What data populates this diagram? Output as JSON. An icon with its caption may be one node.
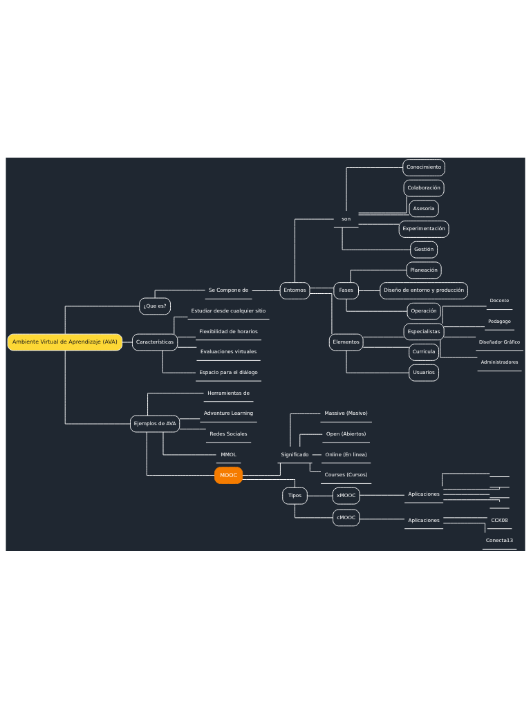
{
  "diagram": {
    "nodes": [
      {
        "text": [
          "Ambiente Virtual de Aprendizaje (AVA)"
        ]
      },
      {
        "text": [
          "¿Que es?"
        ]
      },
      {
        "text": [
          "Se Compone de"
        ]
      },
      {
        "text": [
          "Entornos"
        ]
      },
      {
        "text": [
          "son"
        ]
      },
      {
        "text": [
          "Conocimiento"
        ]
      },
      {
        "text": [
          "Colaboración"
        ]
      },
      {
        "text": [
          "Asesoria"
        ]
      },
      {
        "text": [
          "Experimentación"
        ]
      },
      {
        "text": [
          "Gestión"
        ]
      },
      {
        "text": [
          "Fases"
        ]
      },
      {
        "text": [
          "Planeación"
        ]
      },
      {
        "text": [
          "Diseño de entorno y producción"
        ]
      },
      {
        "text": [
          "Operación"
        ]
      },
      {
        "text": [
          "Elementos"
        ]
      },
      {
        "text": [
          "Especialistas"
        ]
      },
      {
        "text": [
          "Docente"
        ]
      },
      {
        "text": [
          "Pedagogo"
        ]
      },
      {
        "text": [
          "Diseñador Gráfico"
        ]
      },
      {
        "text": [
          "Administradores"
        ]
      },
      {
        "text": [
          "Curricula"
        ]
      },
      {
        "text": [
          "Usuarios"
        ]
      },
      {
        "text": [
          "Características"
        ]
      },
      {
        "text": [
          "Estudiar desde cualquier sitio"
        ]
      },
      {
        "text": [
          "Flexibilidad de horarios"
        ]
      },
      {
        "text": [
          "Evaluaciones virtuales"
        ]
      },
      {
        "text": [
          "Espacio para el diálogo"
        ]
      },
      {
        "text": [
          "Ejemplos de AVA"
        ]
      },
      {
        "text": [
          "Herramientas de"
        ]
      },
      {
        "text": [
          "Adventure Learning"
        ]
      },
      {
        "text": [
          "Redes Sociales"
        ]
      },
      {
        "text": [
          "MMOL"
        ]
      },
      {
        "text": [
          "MOOC"
        ]
      },
      {
        "text": [
          "Significado"
        ]
      },
      {
        "text": [
          "Massive (Masivo)"
        ]
      },
      {
        "text": [
          "Open (Abiertos)"
        ]
      },
      {
        "text": [
          "Online (En linea)"
        ]
      },
      {
        "text": [
          "Courses (Cursos)"
        ]
      },
      {
        "text": [
          "Tipos"
        ]
      },
      {
        "text": [
          "xMOOC"
        ]
      },
      {
        "text": [
          "cMOOC"
        ]
      },
      {
        "text": [
          "Aplicaciones"
        ]
      },
      {
        "text": [
          "Aplicaciones"
        ]
      },
      {
        "text": [],
        "shape": "bar"
      },
      {
        "text": [],
        "shape": "bar"
      },
      {
        "text": [],
        "shape": "bar"
      },
      {
        "text": [],
        "shape": "bar"
      },
      {
        "text": [
          "CCK08"
        ]
      },
      {
        "text": [
          "Conecta13"
        ]
      }
    ],
    "edges": [
      {
        "from": 0,
        "to": 1,
        "arrow": "none"
      },
      {
        "from": 1,
        "to": 2,
        "arrow": "none"
      },
      {
        "from": 2,
        "to": 3,
        "arrow": "none"
      },
      {
        "from": 3,
        "to": 4,
        "arrow": "none"
      },
      {
        "from": 4,
        "to": 5,
        "arrow": "none"
      },
      {
        "from": 4,
        "to": 6,
        "arrow": "none"
      },
      {
        "from": 4,
        "to": 7,
        "arrow": "none"
      },
      {
        "from": 4,
        "to": 8,
        "arrow": "none"
      },
      {
        "from": 4,
        "to": 9,
        "arrow": "none"
      },
      {
        "from": 3,
        "to": 10,
        "arrow": "none"
      },
      {
        "from": 10,
        "to": 11,
        "arrow": "none"
      },
      {
        "from": 10,
        "to": 12,
        "arrow": "none"
      },
      {
        "from": 10,
        "to": 13,
        "arrow": "none"
      },
      {
        "from": 3,
        "to": 14,
        "arrow": "none"
      },
      {
        "from": 14,
        "to": 15,
        "arrow": "none"
      },
      {
        "from": 15,
        "to": 16,
        "arrow": "none"
      },
      {
        "from": 15,
        "to": 17,
        "arrow": "none"
      },
      {
        "from": 15,
        "to": 18,
        "arrow": "none"
      },
      {
        "from": 15,
        "to": 19,
        "arrow": "none"
      },
      {
        "from": 14,
        "to": 20,
        "arrow": "none"
      },
      {
        "from": 14,
        "to": 21,
        "arrow": "none"
      },
      {
        "from": 0,
        "to": 22,
        "arrow": "none"
      },
      {
        "from": 22,
        "to": 23,
        "arrow": "none"
      },
      {
        "from": 22,
        "to": 24,
        "arrow": "none"
      },
      {
        "from": 22,
        "to": 25,
        "arrow": "none"
      },
      {
        "from": 22,
        "to": 26,
        "arrow": "none"
      },
      {
        "from": 0,
        "to": 27,
        "arrow": "none"
      },
      {
        "from": 27,
        "to": 28,
        "arrow": "none"
      },
      {
        "from": 27,
        "to": 29,
        "arrow": "none"
      },
      {
        "from": 27,
        "to": 30,
        "arrow": "none"
      },
      {
        "from": 27,
        "to": 31,
        "arrow": "none"
      },
      {
        "from": 27,
        "to": 32,
        "arrow": "none"
      },
      {
        "from": 32,
        "to": 33,
        "arrow": "none"
      },
      {
        "from": 33,
        "to": 34,
        "arrow": "none"
      },
      {
        "from": 33,
        "to": 35,
        "arrow": "none"
      },
      {
        "from": 33,
        "to": 36,
        "arrow": "none"
      },
      {
        "from": 33,
        "to": 37,
        "arrow": "none"
      },
      {
        "from": 32,
        "to": 38,
        "arrow": "none"
      },
      {
        "from": 38,
        "to": 39,
        "arrow": "none"
      },
      {
        "from": 38,
        "to": 40,
        "arrow": "none"
      },
      {
        "from": 39,
        "to": 41,
        "arrow": "none"
      },
      {
        "from": 40,
        "to": 42,
        "arrow": "none"
      },
      {
        "from": 41,
        "to": 43,
        "arrow": "none"
      },
      {
        "from": 41,
        "to": 44,
        "arrow": "none"
      },
      {
        "from": 41,
        "to": 45,
        "arrow": "none"
      },
      {
        "from": 41,
        "to": 46,
        "arrow": "none"
      },
      {
        "from": 42,
        "to": 47,
        "arrow": "none"
      },
      {
        "from": 42,
        "to": 48,
        "arrow": "none"
      }
    ]
  }
}
